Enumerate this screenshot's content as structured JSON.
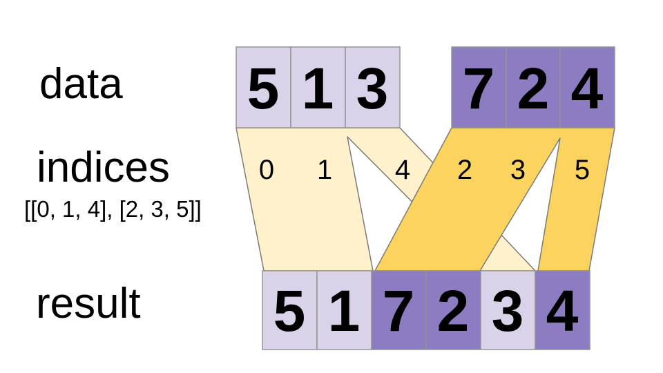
{
  "labels": {
    "data": "data",
    "indices": "indices",
    "indices_value": "[[0, 1, 4], [2, 3, 5]]",
    "result": "result"
  },
  "data_cells": {
    "g1": [
      "5",
      "1",
      "3"
    ],
    "g2": [
      "7",
      "2",
      "4"
    ]
  },
  "index_band": [
    "0",
    "1",
    "4",
    "2",
    "3",
    "5"
  ],
  "result_cells": [
    "5",
    "1",
    "7",
    "2",
    "3",
    "4"
  ],
  "colors": {
    "lavender": "#D9D2E8",
    "purple": "#8E7CC3",
    "cream": "#FEF1CC",
    "gold": "#FCD35F"
  },
  "diagram": {
    "type": "gather-stitch-flow",
    "description_visible_only": false,
    "data_groups": [
      [
        "5",
        "1",
        "3"
      ],
      [
        "7",
        "2",
        "4"
      ]
    ],
    "indices": [
      [
        0,
        1,
        4
      ],
      [
        2,
        3,
        5
      ]
    ],
    "result": [
      "5",
      "1",
      "7",
      "2",
      "3",
      "4"
    ]
  }
}
